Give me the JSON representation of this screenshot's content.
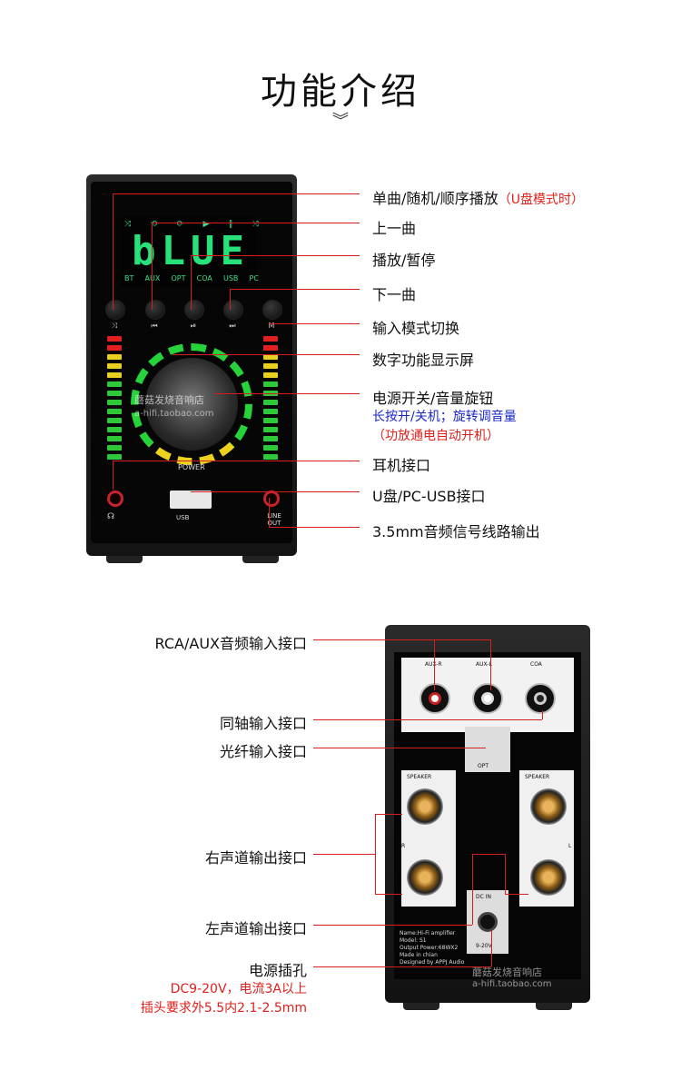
{
  "page": {
    "title": "功能介绍",
    "chevron": "︾"
  },
  "front": {
    "display_text": "bLUE",
    "sources": [
      "BT",
      "AUX",
      "OPT",
      "COA",
      "USB",
      "PC"
    ],
    "mode_icons": [
      "⤨",
      "⟲",
      "⟳",
      "▶",
      "‖",
      "⤨"
    ],
    "button_icons": [
      "⤨",
      "⏮",
      "⏯",
      "⏭",
      "M"
    ],
    "power_label": "POWER",
    "usb_label": "USB",
    "line_out_label": "LINE OUT",
    "watermark_cn": "蘑菇发烧音响店",
    "watermark_url": "a-hifi.taobao.com",
    "callouts": [
      {
        "text": "单曲/随机/顺序播放",
        "note": "（U盘模式时）"
      },
      {
        "text": "上一曲"
      },
      {
        "text": "播放/暂停"
      },
      {
        "text": "下一曲"
      },
      {
        "text": "输入模式切换"
      },
      {
        "text": "数字功能显示屏"
      },
      {
        "text": "电源开关/音量旋钮",
        "note_blue": "长按开/关机；旋转调音量",
        "note_red": "（功放通电自动开机）"
      },
      {
        "text": "耳机接口"
      },
      {
        "text": "U盘/PC-USB接口"
      },
      {
        "text": "3.5mm音频信号线路输出"
      }
    ]
  },
  "back": {
    "inputs": [
      "AUX-R",
      "AUX-L",
      "COA"
    ],
    "opt_label": "OPT",
    "speaker_label": "SPEAKER",
    "r_label": "R",
    "l_label": "L",
    "dc_label": "DC IN",
    "dc_range": "9-20V",
    "info": [
      "Name:Hi-Fi amplifier",
      "Model: S1",
      "Output Power:68WX2",
      "Made in chian",
      "Designed by APPJ Audio"
    ],
    "watermark_cn": "蘑菇发烧音响店",
    "watermark_url": "a-hifi.taobao.com",
    "callouts": [
      {
        "text": "RCA/AUX音频输入接口"
      },
      {
        "text": "同轴输入接口"
      },
      {
        "text": "光纤输入接口"
      },
      {
        "text": "右声道输出接口"
      },
      {
        "text": "左声道输出接口"
      },
      {
        "text": "电源插孔",
        "note1": "DC9-20V，电流3A以上",
        "note2": "插头要求外5.5内2.1-2.5mm"
      }
    ]
  },
  "colors": {
    "accent_red": "#e0201b",
    "note_blue": "#1a28c8",
    "lcd_green": "#27e27a"
  }
}
